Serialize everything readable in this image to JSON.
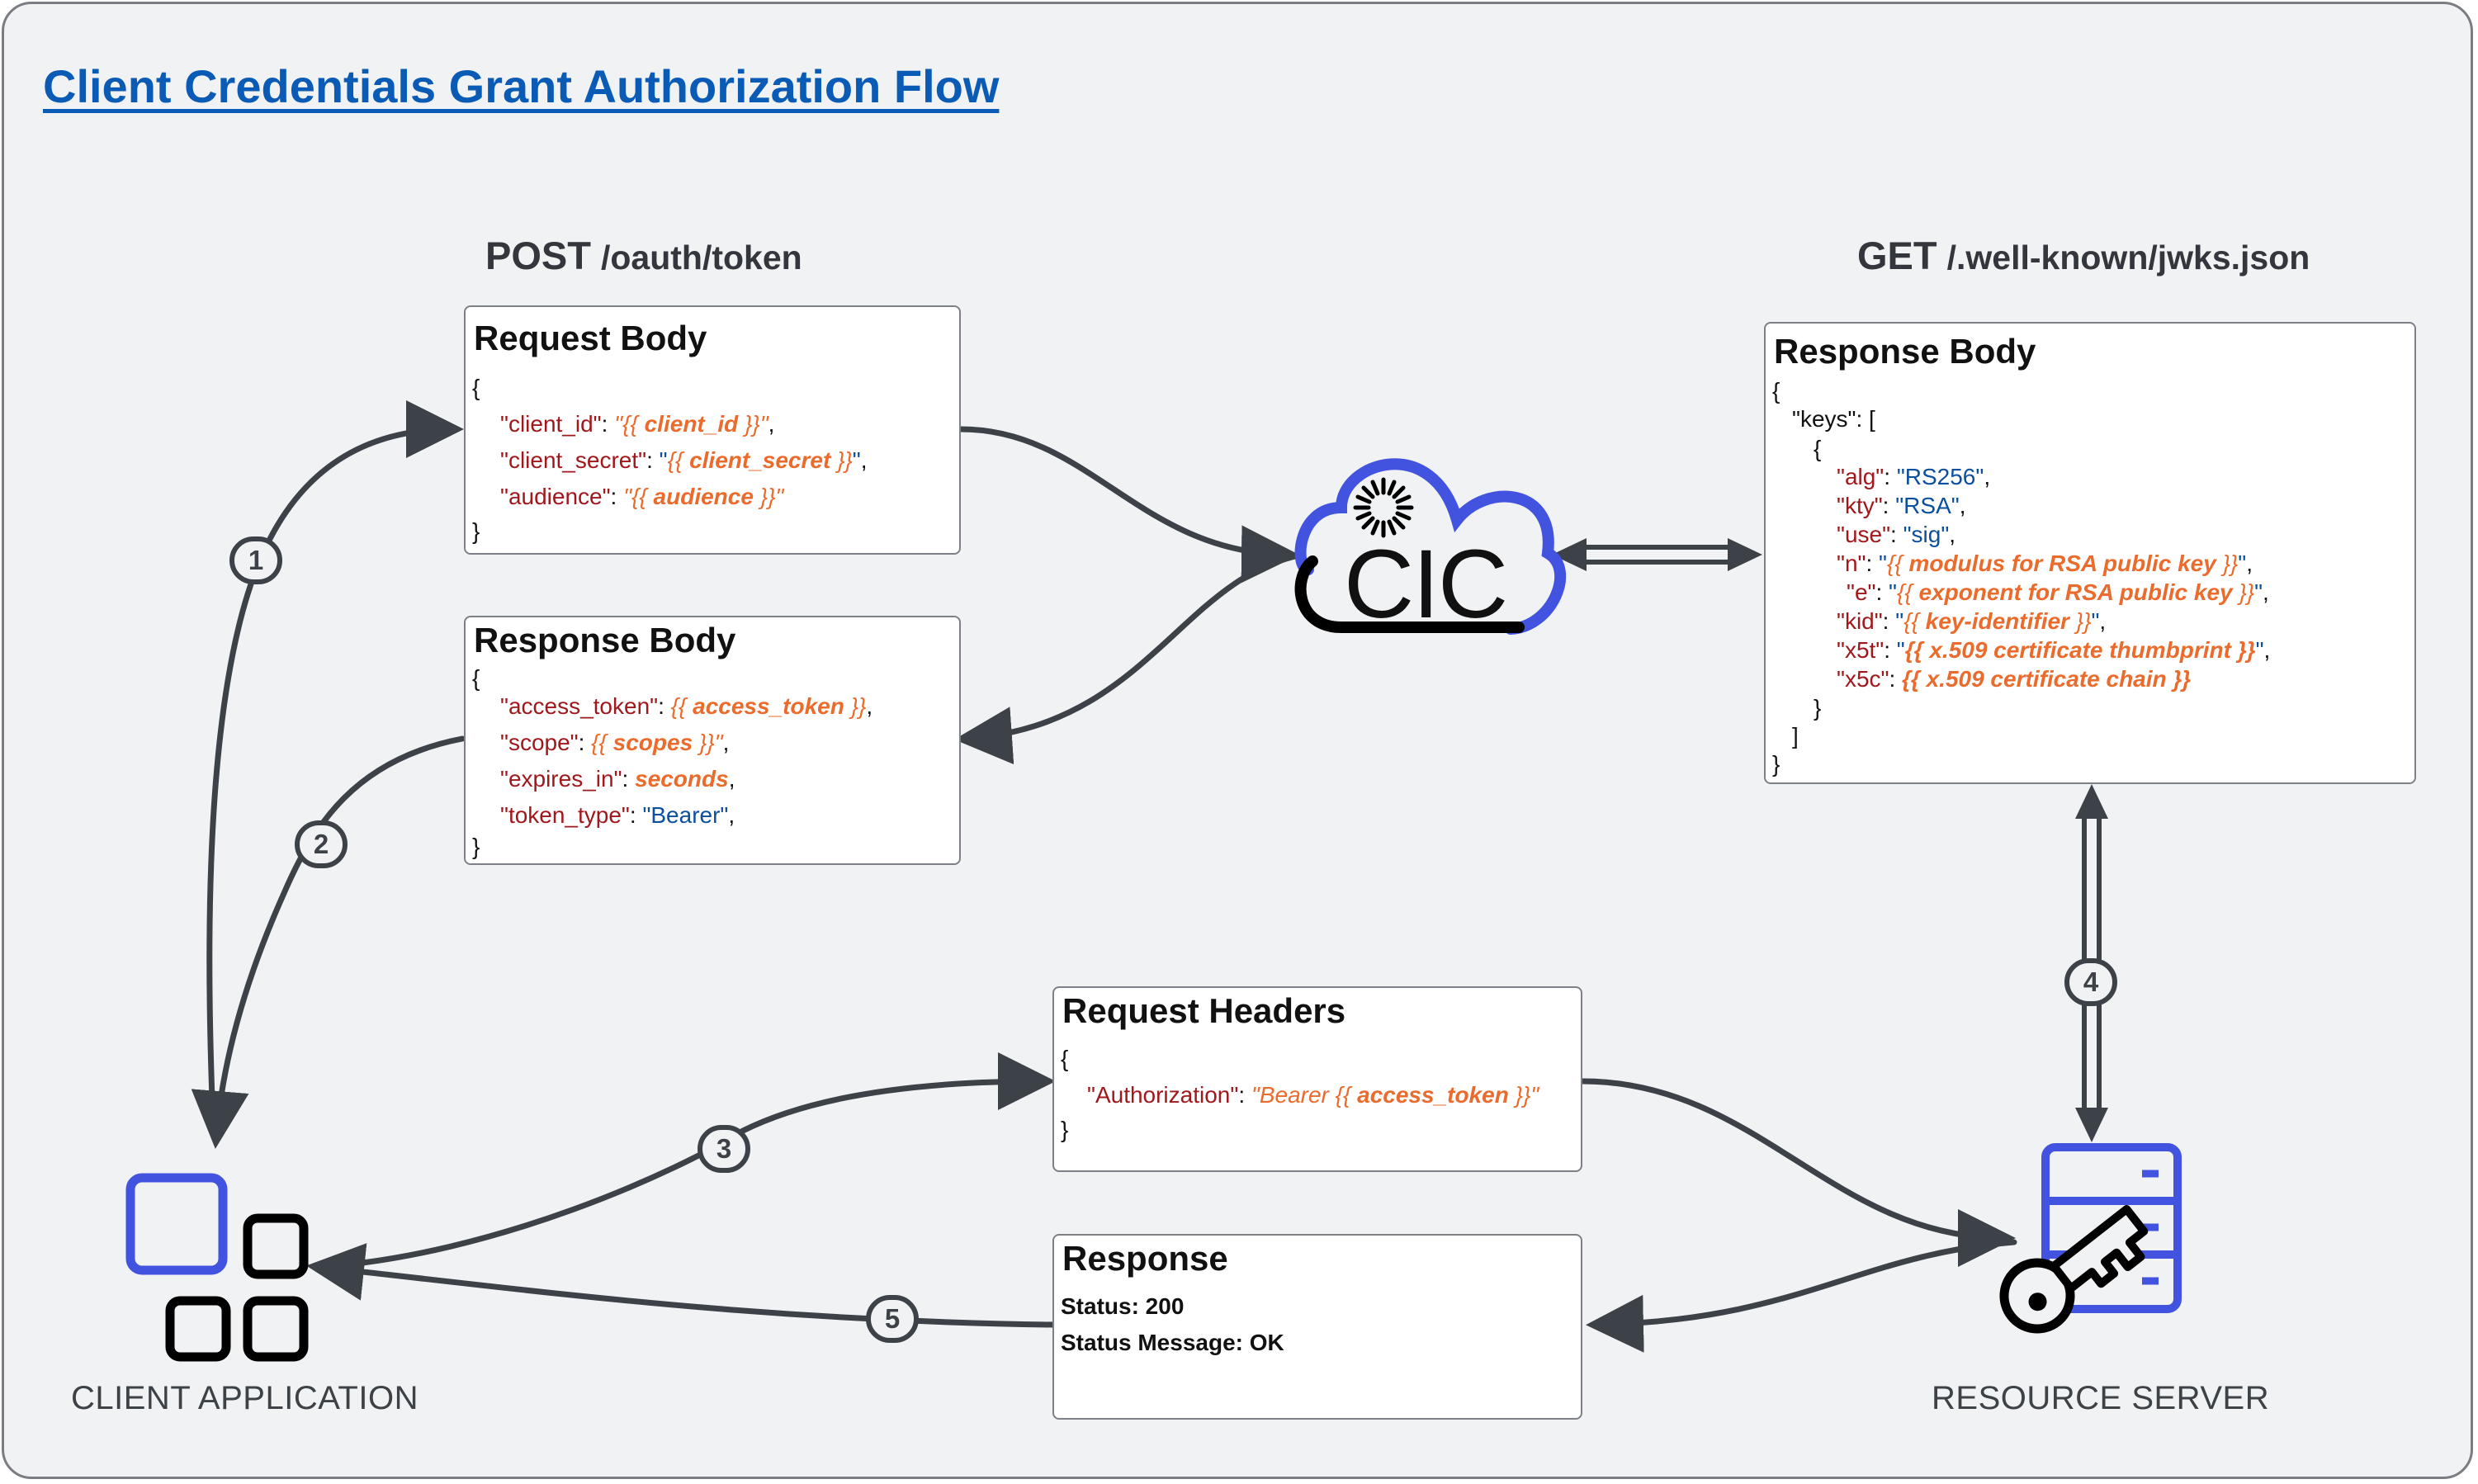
{
  "title": "Client Credentials Grant Authorization Flow",
  "post_endpoint": {
    "method": "POST",
    "path": "/oauth/token"
  },
  "get_endpoint": {
    "method": "GET",
    "path": "/.well-known/jwks.json"
  },
  "request_body": {
    "heading": "Request Body",
    "open": "{",
    "close": "}",
    "fields": [
      {
        "key": "\"client_id\"",
        "colon": ": ",
        "q1": "\"",
        "pre": "{{ ",
        "val": "client_id",
        "post": " }}",
        "q2": "\"",
        "end": ","
      },
      {
        "key": "\"client_secret\"",
        "colon": ": ",
        "q1": "\"",
        "pre": "{{ ",
        "val": "client_secret",
        "post": " }}",
        "q2": "\"",
        "end": ","
      },
      {
        "key": "\"audience\"",
        "colon": ": ",
        "q1": "\"",
        "pre": "{{ ",
        "val": "audience",
        "post": " }}",
        "q2": "\"",
        "end": ""
      }
    ]
  },
  "token_response": {
    "heading": "Response Body",
    "open": "{",
    "close": "}",
    "access_token": {
      "key": "\"access_token\"",
      "colon": ": ",
      "pre": "{{ ",
      "val": "access_token",
      "post": " }}",
      "end": ","
    },
    "scope": {
      "key": "\"scope\"",
      "colon": ":  ",
      "pre": "{{ ",
      "val": "scopes",
      "post": " }}\"",
      "end": ","
    },
    "expires_in": {
      "key": "\"expires_in\"",
      "colon": ":  ",
      "val": "seconds",
      "end": ","
    },
    "token_type": {
      "key": "\"token_type\"",
      "colon": ": ",
      "val": "\"Bearer\"",
      "end": ","
    }
  },
  "jwks_response": {
    "heading": "Response Body",
    "open": "{",
    "keys_key": "\"keys\"",
    "keys_colon": ": [",
    "inner_open": "{",
    "simple": [
      {
        "key": "\"alg\"",
        "colon": ": ",
        "val": "\"RS256\"",
        "end": ","
      },
      {
        "key": "\"kty\"",
        "colon": ": ",
        "val": "\"RSA\"",
        "end": ","
      },
      {
        "key": "\"use\"",
        "colon": ": ",
        "val": "\"sig\"",
        "end": ","
      }
    ],
    "templated": [
      {
        "key": "\"n\"",
        "colon": ": ",
        "q1": "\"",
        "pre": "{{ ",
        "val": "modulus for RSA public key",
        "post": " }}",
        "q2": "\"",
        "end": ","
      },
      {
        "key": "\"e\"",
        "colon": ": ",
        "q1": "\"",
        "pre": "{{ ",
        "val": "exponent for RSA public key",
        "post": " }}",
        "q2": "\"",
        "end": ","
      },
      {
        "key": "\"kid\"",
        "colon": ": ",
        "q1": "\"",
        "pre": "{{ ",
        "val": "key-identifier",
        "post": " }}",
        "q2": "\"",
        "end": ","
      },
      {
        "key": "\"x5t\"",
        "colon": ": ",
        "q1": "\"",
        "pre": "",
        "val": "{{ x.509 certificate thumbprint }}",
        "post": "",
        "q2": "\"",
        "end": ","
      },
      {
        "key": "\"x5c\"",
        "colon": ": ",
        "q1": "",
        "pre": "",
        "val": "{{ x.509 certificate chain }}",
        "post": "",
        "q2": "",
        "end": ""
      }
    ],
    "inner_close": "}",
    "array_close": "]",
    "close": "}"
  },
  "request_headers": {
    "heading": "Request Headers",
    "open": "{",
    "key": "\"Authorization\"",
    "colon": ": ",
    "pre": "\"Bearer {{ ",
    "val": "access_token",
    "post": " }}\"",
    "close": "}"
  },
  "final_response": {
    "heading": "Response",
    "status": "Status: 200",
    "message": "Status Message: OK"
  },
  "cic_label": "CIC",
  "client_label": "CLIENT APPLICATION",
  "server_label": "RESOURCE SERVER",
  "steps": [
    "1",
    "2",
    "3",
    "4",
    "5"
  ],
  "colors": {
    "title": "#0a5bb5",
    "accent_blue": "#4253e0",
    "key_red": "#a0171c",
    "string_blue": "#0b4f9e",
    "template_orange": "#ea6b2c",
    "arrow": "#3d4249",
    "background": "#f1f2f4"
  },
  "icons": [
    "cic-cloud-icon",
    "app-grid-icon",
    "server-key-icon"
  ]
}
